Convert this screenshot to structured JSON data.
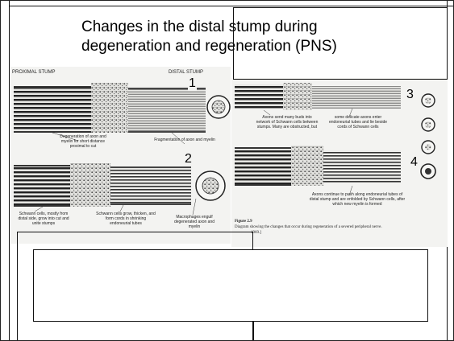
{
  "slide": {
    "title": "Changes in the distal stump during\ndegeneration and regeneration (PNS)"
  },
  "figure_left": {
    "header_left": "PROXIMAL STUMP",
    "header_right": "DISTAL STUMP",
    "number_1": "1",
    "number_2": "2",
    "label_degeneration": "Degeneration of axon and myelin for short distance proximal to cut",
    "label_fragmentation": "Fragmentation of axon and myelin",
    "label_schwann_distal": "Schwann cells, mostly from distal side, grow into cut and unite stumps",
    "label_schwann_grow": "Schwann cells grow, thicken, and form cords in shrinking endoneurial tubes",
    "label_macrophages": "Macrophages engulf degenerated axon and myelin"
  },
  "figure_right": {
    "number_3": "3",
    "number_4": "4",
    "label_axons_buds": "Axons send many buds into network of Schwann cells between stumps. Many are obstructed, but",
    "label_delicate": "some delicate axons enter endoneurial tubes and lie beside cords of Schwann cells",
    "label_continue": "Axons continue to push along endoneurial tubes of distal stump and are enfolded by Schwann cells, after which new myelin is formed",
    "caption_figure": "Figure 2.9",
    "caption_text": "Diagram showing the changes that occur during regeneration of a severed peripheral nerve.",
    "caption_year": "1969.]"
  }
}
